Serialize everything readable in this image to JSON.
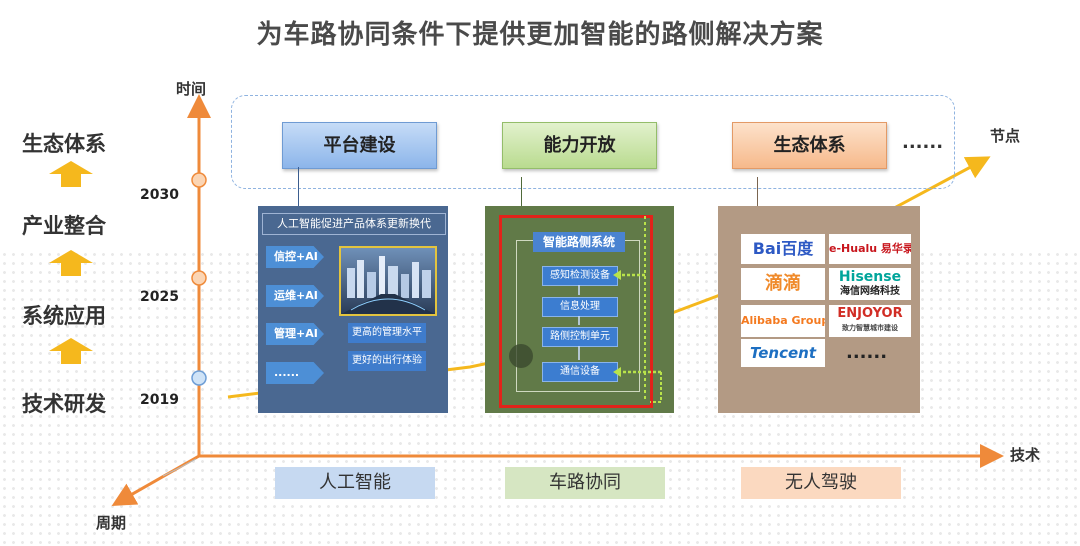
{
  "title": "为车路协同条件下提供更加智能的路侧解决方案",
  "axes": {
    "y_label": "时间",
    "x_label": "技术",
    "z_label": "周期",
    "diag_label": "节点"
  },
  "stages": [
    "生态体系",
    "产业整合",
    "系统应用",
    "技术研发"
  ],
  "years": [
    "2030",
    "2025",
    "2019"
  ],
  "top_boxes": [
    "平台建设",
    "能力开放",
    "生态体系"
  ],
  "top_more": "......",
  "panel1": {
    "header": "人工智能促进产品体系更新换代",
    "chevrons": [
      "信控+AI",
      "运维+AI",
      "管理+AI",
      "......"
    ],
    "boxes": [
      "更高的管理水平",
      "更好的出行体验"
    ]
  },
  "panel2": {
    "system_title": "智能路侧系统",
    "steps": [
      "感知检测设备",
      "信息处理",
      "路侧控制单元",
      "通信设备"
    ]
  },
  "panel3": {
    "logos": [
      {
        "name": "baidu",
        "text": "Bai百度"
      },
      {
        "name": "ehualu",
        "text": "e-Hualu 易华录"
      },
      {
        "name": "didi",
        "text": "滴滴"
      },
      {
        "name": "hisense",
        "text": "Hisense"
      },
      {
        "name": "hisense-sub",
        "text": "海信网络科技"
      },
      {
        "name": "alibaba",
        "text": "Alibaba Group"
      },
      {
        "name": "enjoyor",
        "text": "ENJOYOR"
      },
      {
        "name": "enjoyor-sub",
        "text": "致力智慧城市建设"
      },
      {
        "name": "tencent",
        "text": "Tencent"
      }
    ],
    "more": "......"
  },
  "bottom": [
    "人工智能",
    "车路协同",
    "无人驾驶"
  ],
  "colors": {
    "orange_axis": "#ef8a3a",
    "yellow_arrow": "#f5b81d",
    "box1": "#9cc1ef",
    "box2": "#c9e3a6",
    "box3": "#f8c9a3"
  }
}
